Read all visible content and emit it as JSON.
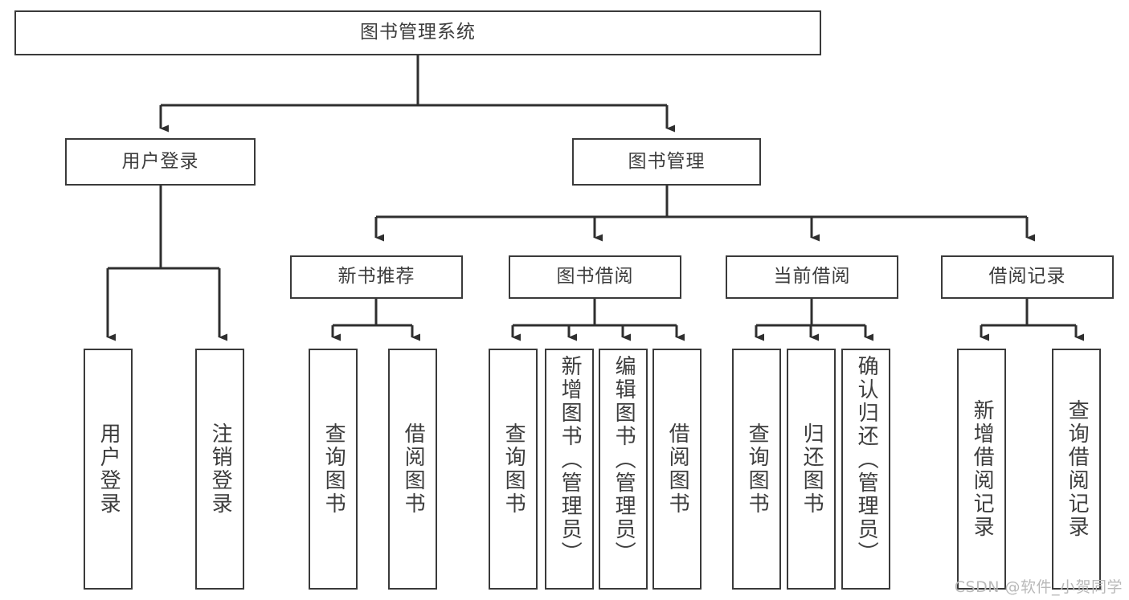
{
  "diagram": {
    "title": "图书管理系统",
    "type": "tree-hierarchy-chart",
    "watermark": "CSDN @软件_小贺同学",
    "colors": {
      "border": "#3a3a3a",
      "text": "#3d3d3d",
      "background": "#ffffff",
      "connector": "#2f2f2f",
      "watermark": "#b9b9b9"
    }
  },
  "root": {
    "label": "图书管理系统"
  },
  "level2": [
    {
      "label": "用户登录"
    },
    {
      "label": "图书管理"
    }
  ],
  "level3": [
    {
      "label": "新书推荐"
    },
    {
      "label": "图书借阅"
    },
    {
      "label": "当前借阅"
    },
    {
      "label": "借阅记录"
    }
  ],
  "leaves": {
    "user_login": [
      {
        "label": "用户登录"
      },
      {
        "label": "注销登录"
      }
    ],
    "new_book_recommend": [
      {
        "label": "查询图书"
      },
      {
        "label": "借阅图书"
      }
    ],
    "book_borrow": [
      {
        "label": "查询图书"
      },
      {
        "label": "新增图书（管理员）"
      },
      {
        "label": "编辑图书（管理员）"
      },
      {
        "label": "借阅图书"
      }
    ],
    "current_borrow": [
      {
        "label": "查询图书"
      },
      {
        "label": "归还图书"
      },
      {
        "label": "确认归还（管理员）"
      }
    ],
    "borrow_record": [
      {
        "label": "新增借阅记录"
      },
      {
        "label": "查询借阅记录"
      }
    ]
  }
}
